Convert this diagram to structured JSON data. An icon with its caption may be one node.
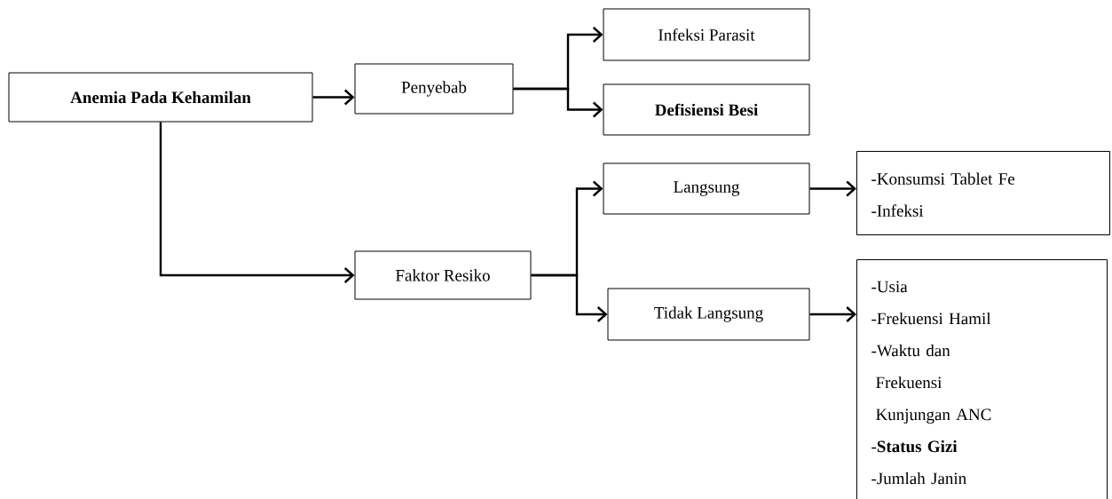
{
  "diagram": {
    "nodes": [
      {
        "text": [
          "**Anemia Pada Kehamilan**"
        ]
      },
      {
        "text": [
          "Penyebab"
        ]
      },
      {
        "text": [
          "Infeksi Parasit"
        ]
      },
      {
        "text": [
          "**Defisiensi Besi**"
        ]
      },
      {
        "text": [
          "Faktor Resiko"
        ]
      },
      {
        "text": [
          "Langsung"
        ]
      },
      {
        "text": [
          "Tidak Langsung"
        ]
      },
      {
        "text": [
          "-Konsumsi Tablet Fe",
          "-Infeksi"
        ]
      },
      {
        "text": [
          "-Usia",
          "-Frekuensi Hamil",
          "-Waktu dan Frekuensi Kunjungan ANC",
          "-**Status Gizi**",
          "-Jumlah Janin"
        ]
      }
    ],
    "edges": [
      {
        "from": 0,
        "to": 1,
        "arrow": "to"
      },
      {
        "from": 1,
        "to": 2,
        "arrow": "to"
      },
      {
        "from": 1,
        "to": 3,
        "arrow": "to"
      },
      {
        "from": 0,
        "to": 4,
        "arrow": "to"
      },
      {
        "from": 4,
        "to": 5,
        "arrow": "to"
      },
      {
        "from": 4,
        "to": 6,
        "arrow": "to"
      },
      {
        "from": 5,
        "to": 7,
        "arrow": "to"
      },
      {
        "from": 6,
        "to": 8,
        "arrow": "to"
      }
    ]
  }
}
